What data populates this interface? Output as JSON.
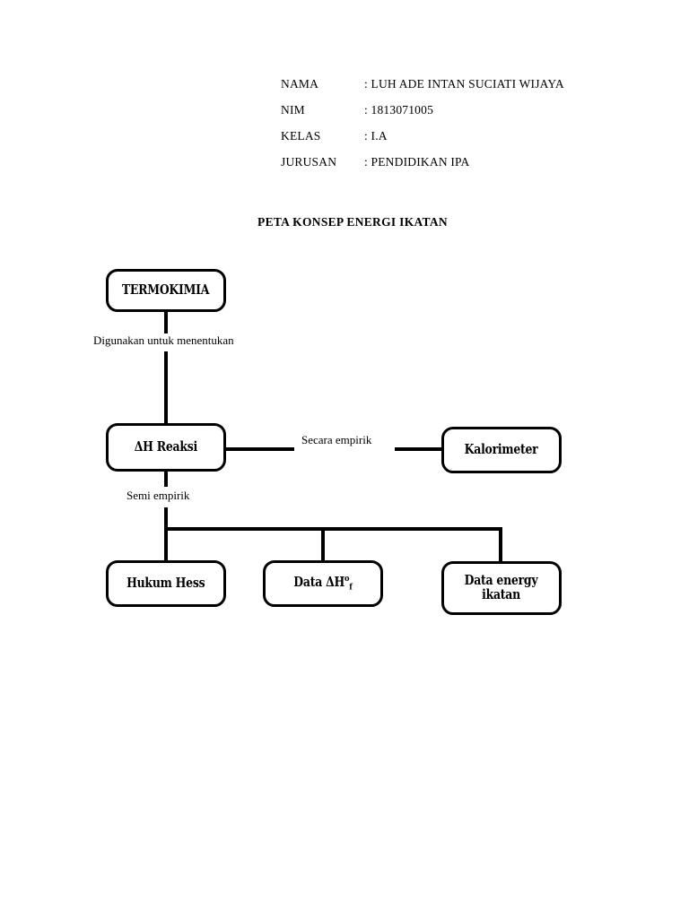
{
  "document": {
    "title": "PETA KONSEP ENERGI IKATAN"
  },
  "identity": {
    "rows": [
      {
        "label": "NAMA",
        "separator": ":",
        "value": "LUH ADE INTAN SUCIATI WIJAYA"
      },
      {
        "label": "NIM",
        "separator": ":",
        "value": "1813071005"
      },
      {
        "label": "KELAS",
        "separator": ":",
        "value": "I.A"
      },
      {
        "label": "JURUSAN",
        "separator": ":",
        "value": "PENDIDIKAN IPA"
      }
    ]
  },
  "diagram": {
    "nodes": {
      "termokimia": {
        "label": "TERMOKIMIA"
      },
      "dh_reaksi": {
        "label": "ΔH Reaksi"
      },
      "kalorimeter": {
        "label": "Kalorimeter"
      },
      "hukum_hess": {
        "label": "Hukum Hess"
      },
      "data_dhf": {
        "label_prefix": "Data ΔH",
        "label_sup": "o",
        "label_sub": "f"
      },
      "data_energy": {
        "line1": "Data energy",
        "line2": "ikatan"
      }
    },
    "edge_labels": {
      "digunakan": "Digunakan untuk menentukan",
      "semi_empirik": "Semi empirik",
      "secara_empirik": "Secara empirik"
    },
    "colors": {
      "stroke": "#000000",
      "fill": "#ffffff",
      "text": "#000000"
    }
  }
}
